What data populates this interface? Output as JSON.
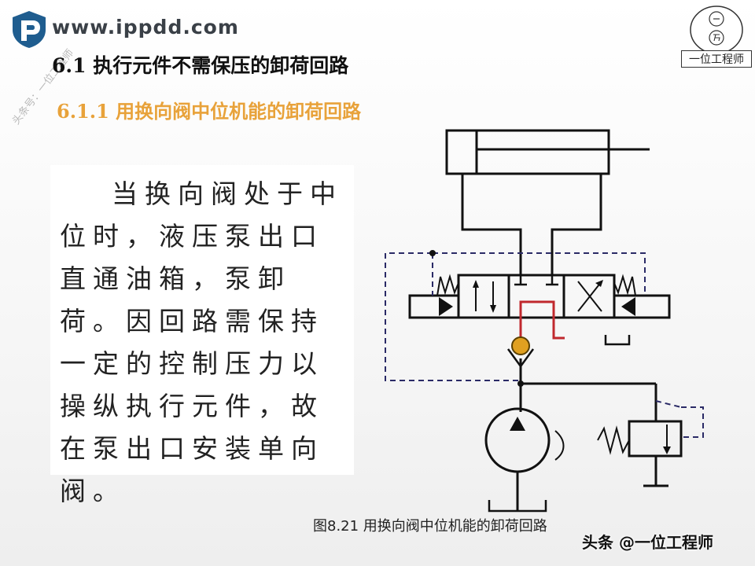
{
  "header": {
    "site_url": "www.ippdd.com",
    "side_watermark": "头条号：一位工程师"
  },
  "title": "6.1   执行元件不需保压的卸荷回路",
  "subtitle": "6.1.1    用换向阀中位机能的卸荷回路",
  "body_text": "当换向阀处于中位时，液压泵出口直通油箱，泵卸荷。因回路需保持一定的控制压力以操纵执行元件，故在泵出口安装单向阀。",
  "seal": {
    "label": "一位工程师"
  },
  "caption": "图8.21 用换向阀中位机能的卸荷回路",
  "bottom_watermark": "头条 @一位工程师",
  "colors": {
    "title": "#111111",
    "subtitle": "#e8a23a",
    "logo": "#1f5d8f",
    "valve_center_port": "#c0282d",
    "check_ball": "#e0a020",
    "pilot_line": "#2a2a66"
  },
  "icons": [
    "logo-icon",
    "seal-icon"
  ]
}
